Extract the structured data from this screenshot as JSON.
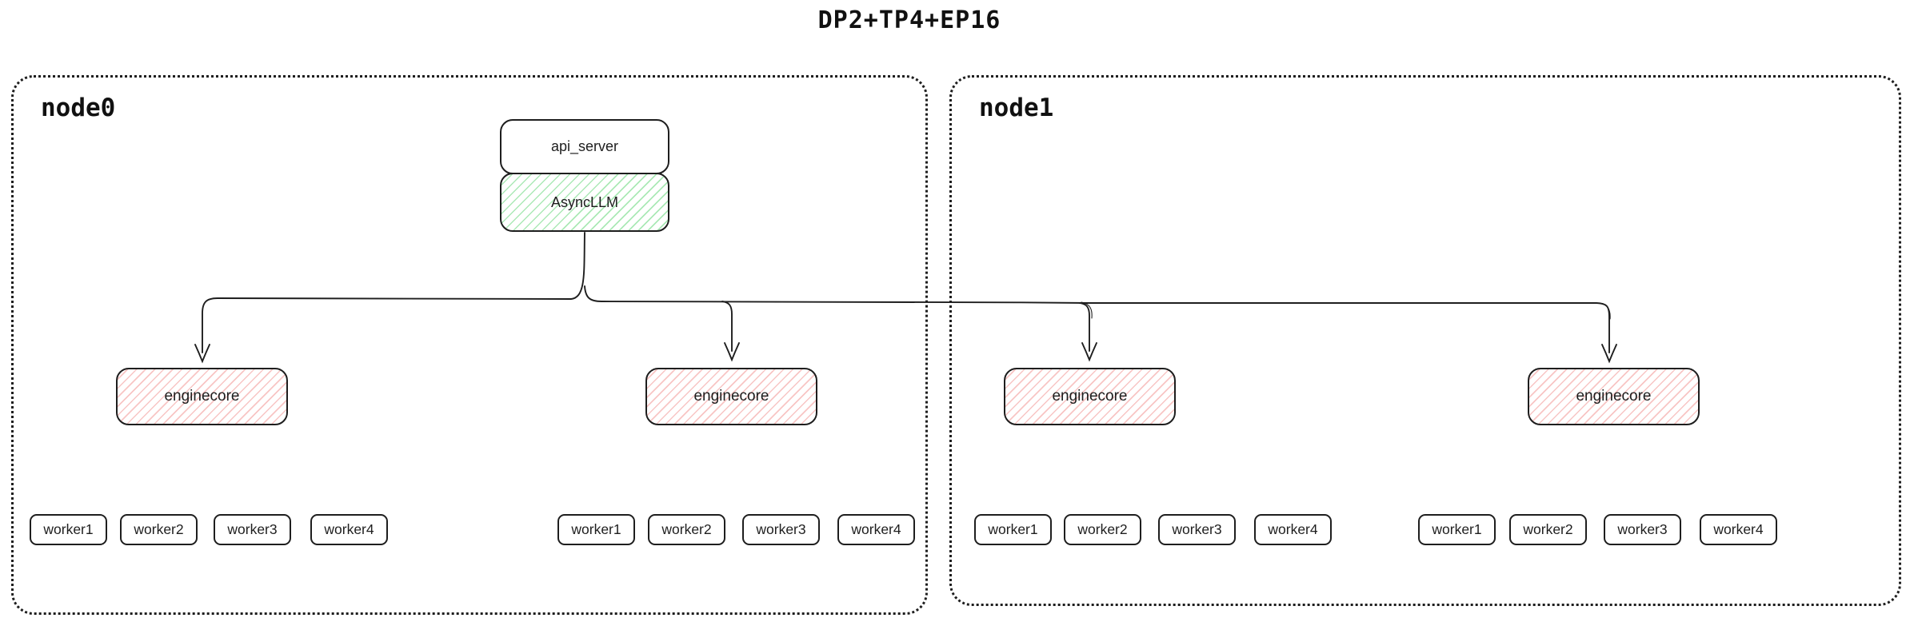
{
  "title": "DP2+TP4+EP16",
  "colors": {
    "stroke": "#1e1e1e",
    "background": "#ffffff",
    "green_hatch": "#abe9b6",
    "red_hatch": "#f8c5c4"
  },
  "nodes": [
    {
      "label": "node0",
      "api_server_label": "api_server",
      "asyncllm_label": "AsyncLLM",
      "enginecores": [
        {
          "label": "enginecore",
          "workers": [
            "worker1",
            "worker2",
            "worker3",
            "worker4"
          ]
        },
        {
          "label": "enginecore",
          "workers": [
            "worker1",
            "worker2",
            "worker3",
            "worker4"
          ]
        }
      ]
    },
    {
      "label": "node1",
      "enginecores": [
        {
          "label": "enginecore",
          "workers": [
            "worker1",
            "worker2",
            "worker3",
            "worker4"
          ]
        },
        {
          "label": "enginecore",
          "workers": [
            "worker1",
            "worker2",
            "worker3",
            "worker4"
          ]
        }
      ]
    }
  ]
}
